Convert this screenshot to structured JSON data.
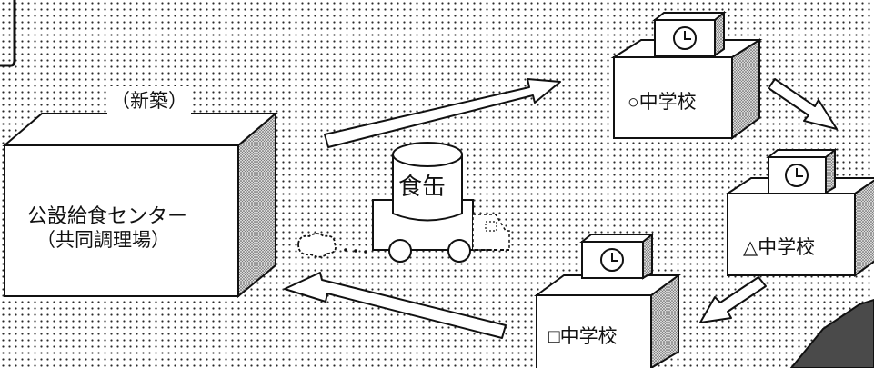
{
  "diagram": {
    "center_note": "（新築）",
    "center_name": "公設給食センター",
    "center_sub": "（共同調理場）",
    "can_label": "食缶",
    "schools": [
      {
        "label": "○中学校",
        "icon": "clock-icon"
      },
      {
        "label": "△中学校",
        "icon": "clock-icon"
      },
      {
        "label": "□中学校",
        "icon": "clock-icon"
      }
    ]
  },
  "colors": {
    "ink": "#111111",
    "paper": "#ffffff",
    "hatch": "#6a6a6a"
  }
}
